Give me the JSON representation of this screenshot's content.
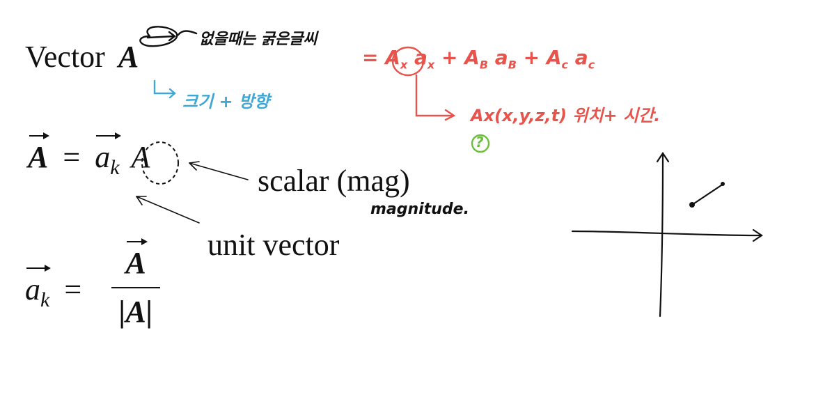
{
  "heading": {
    "label": "Vector",
    "symbol": "A"
  },
  "notes": {
    "black_top": "없을때는 굵은글씨",
    "blue": "크기 + 방향",
    "red_eq_parts": [
      "= ",
      "A",
      "x",
      " a",
      "x",
      " + ",
      "A",
      "B",
      " a",
      "B",
      " + ",
      "A",
      "c",
      " a",
      "c"
    ],
    "red_sub": "Ax(x,y,z,t) 위치+ 시간.",
    "green_mark": "?",
    "magnitude": "magnitude."
  },
  "equation1": {
    "lhs": "A",
    "eq": "=",
    "unit": "a",
    "sub": "k",
    "scalar": "A"
  },
  "labels": {
    "scalar": "scalar (mag)",
    "unit": "unit vector"
  },
  "equation2": {
    "lhs": "a",
    "sub": "k",
    "eq": "=",
    "num": "A",
    "den": "|A|"
  },
  "colors": {
    "ink": "#111111",
    "red": "#e8534b",
    "blue": "#3fa7d6",
    "green": "#6bbf3a"
  }
}
